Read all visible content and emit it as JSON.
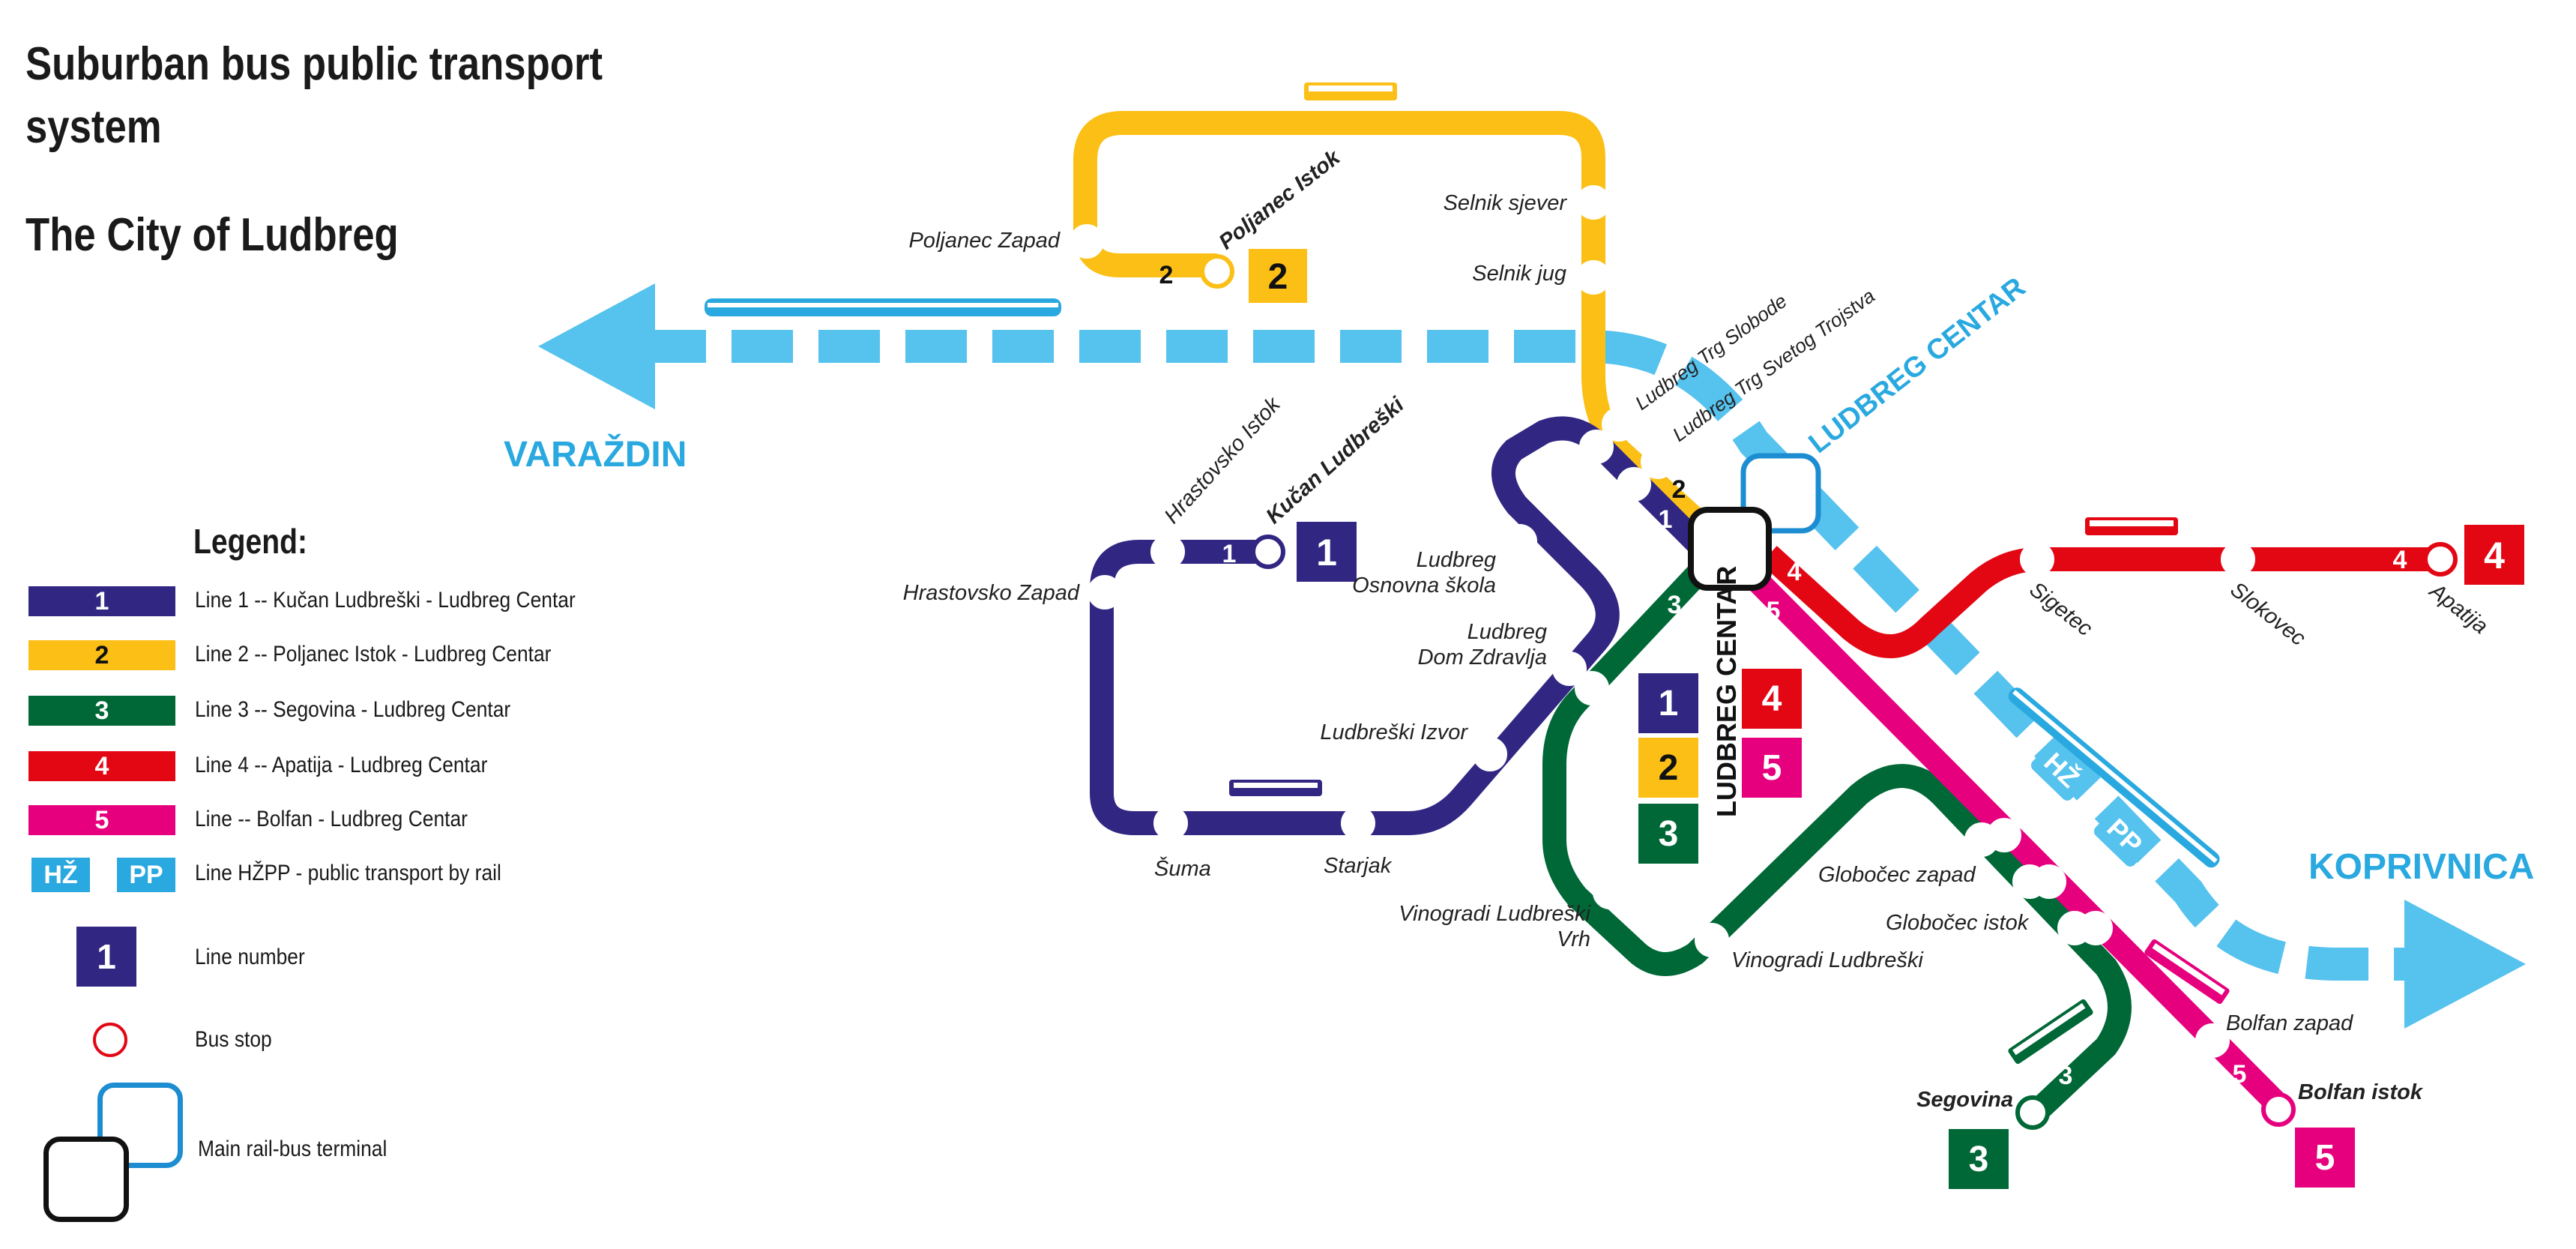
{
  "titles": {
    "main": "Suburban bus public transport system",
    "city": "The City of Ludbreg"
  },
  "legend": {
    "heading": "Legend:",
    "items": [
      {
        "badge": "1",
        "color": "#312783",
        "text": "Line 1 -- Kučan Ludbreški - Ludbreg Centar"
      },
      {
        "badge": "2",
        "color": "#fbbf16",
        "text": "Line 2 -- Poljanec Istok - Ludbreg Centar"
      },
      {
        "badge": "3",
        "color": "#006837",
        "text": "Line 3 -- Segovina - Ludbreg Centar"
      },
      {
        "badge": "4",
        "color": "#e30613",
        "text": "Line 4 -- Apatija - Ludbreg Centar"
      },
      {
        "badge": "5",
        "color": "#e6007e",
        "text": "Line -- Bolfan - Ludbreg Centar"
      }
    ],
    "rail": {
      "badge1": "HŽ",
      "badge2": "PP",
      "text": "Line HŽPP - public transport by rail"
    },
    "line_number": {
      "badge": "1",
      "text": "Line number"
    },
    "bus_stop": {
      "text": "Bus stop"
    },
    "terminal": {
      "text": "Main rail-bus terminal"
    }
  },
  "colors": {
    "line1": "#312783",
    "line2": "#fbbf16",
    "line3": "#006837",
    "line4": "#e30613",
    "line5": "#e6007e",
    "rail": "#56c2ee",
    "rail_text": "#29a9df"
  },
  "cities": {
    "west": "VARAŽDIN",
    "east": "KOPRIVNICA",
    "center": "LUDBREG CENTAR"
  },
  "terminal_label": "LUDBREG CENTAR",
  "rail_badges": [
    "HŽ",
    "PP"
  ],
  "line_numbers": {
    "l1": "1",
    "l2": "2",
    "l3": "3",
    "l4": "4",
    "l5": "5"
  },
  "stops": {
    "poljanec_zapad": "Poljanec Zapad",
    "poljanec_istok": "Poljanec Istok",
    "selnik_sjever": "Selnik sjever",
    "selnik_jug": "Selnik jug",
    "trg_slobode": "Ludbreg Trg Slobode",
    "trg_svetog_trojstva": "Ludbreg Trg Svetog Trojstva",
    "hrastovsko_istok": "Hrastovsko Istok",
    "kucan_ludbreski": "Kučan Ludbreški",
    "hrastovsko_zapad": "Hrastovsko Zapad",
    "osnovna_skola_1": "Ludbreg",
    "osnovna_skola_2": "Osnovna škola",
    "dom_zdravlja_1": "Ludbreg",
    "dom_zdravlja_2": "Dom Zdravlja",
    "ludbreski_izvor": "Ludbreški Izvor",
    "suma": "Šuma",
    "starjak": "Starjak",
    "vinogradi_vrh_1": "Vinogradi Ludbreški",
    "vinogradi_vrh_2": "Vrh",
    "vinogradi_ludbreski": "Vinogradi Ludbreški",
    "globocec_zapad": "Globočec zapad",
    "globocec_istok": "Globočec istok",
    "segovina": "Segovina",
    "sigetec": "Sigetec",
    "slokovec": "Slokovec",
    "apatija": "Apatija",
    "bolfan_zapad": "Bolfan zapad",
    "bolfan_istok": "Bolfan istok"
  },
  "icons": [
    "bus-icon",
    "train-icon",
    "arrow-west-icon",
    "arrow-east-icon"
  ]
}
